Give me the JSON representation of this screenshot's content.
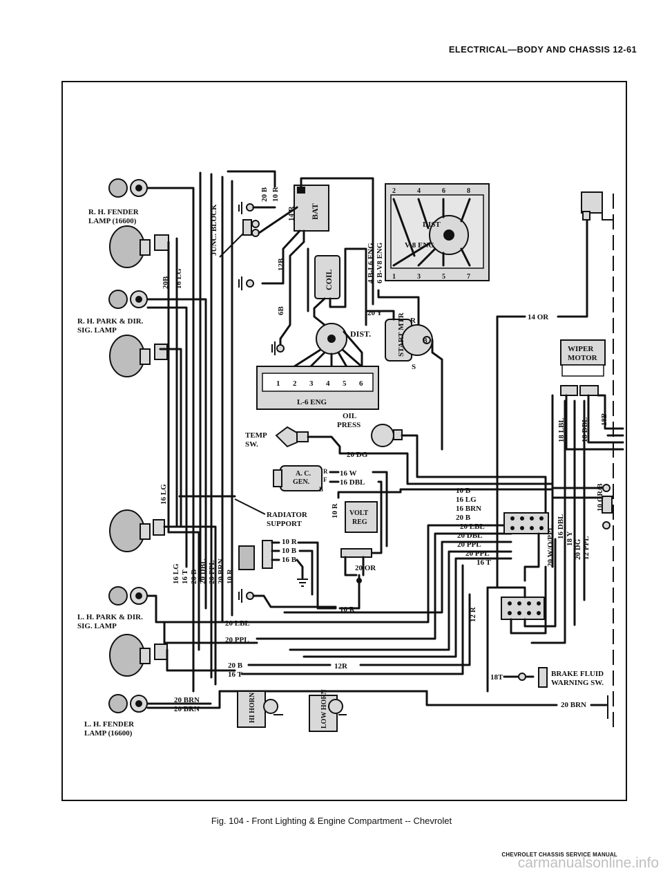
{
  "header": {
    "title": "ELECTRICAL—BODY AND CHASSIS 12-61"
  },
  "caption": "Fig. 104 - Front Lighting & Engine Compartment -- Chevrolet",
  "footer": "CHEVROLET CHASSIS SERVICE MANUAL",
  "watermark": "carmanualsonline.info",
  "components": {
    "rh_fender_lamp": "R. H. FENDER LAMP (16600)",
    "rh_fender_lamp_l1": "R. H. FENDER",
    "rh_fender_lamp_l2": "LAMP (16600)",
    "rh_park_l1": "R. H. PARK & DIR.",
    "rh_park_l2": "SIG. LAMP",
    "lh_park_l1": "L. H. PARK & DIR.",
    "lh_park_l2": "SIG. LAMP",
    "lh_fender_l1": "L. H. FENDER",
    "lh_fender_l2": "LAMP (16600)",
    "junc_block": "JUNC. BLOCK",
    "bat": "BAT",
    "coil": "COIL",
    "dist": "DIST.",
    "dist_v8": "DIST",
    "v8_eng": "V-8 ENG",
    "l6_eng": "L-6 ENG",
    "start_mtr": "START MTR",
    "temp_sw_l1": "TEMP",
    "temp_sw_l2": "SW.",
    "oil_press_l1": "OIL",
    "oil_press_l2": "PRESS",
    "ac_gen_l1": "A. C.",
    "ac_gen_l2": "GEN.",
    "radiator_support_l1": "RADIATOR",
    "radiator_support_l2": "SUPPORT",
    "volt_reg_l1": "VOLT",
    "volt_reg_l2": "REG",
    "wiper_motor_l1": "WIPER",
    "wiper_motor_l2": "MOTOR",
    "brake_fluid_l1": "BRAKE FLUID",
    "brake_fluid_l2": "WARNING SW.",
    "hi_horn": "HI HORN",
    "low_horn": "LOW HORN",
    "v8_top_pins": [
      "2",
      "4",
      "6",
      "8"
    ],
    "v8_bottom_pins": [
      "1",
      "3",
      "5",
      "7"
    ],
    "l6_pins": [
      "1",
      "2",
      "3",
      "4",
      "5",
      "6"
    ],
    "gen_terms": [
      "R",
      "F",
      "B"
    ],
    "start_terms": [
      "R",
      "B",
      "S"
    ]
  },
  "wires": {
    "w_20b_top": "20 B",
    "w_10r_top": "10 R",
    "w_14r": "14 R",
    "w_12b": "12B",
    "w_6b": "6B",
    "w_4b_l6": "4 B-L6 ENG",
    "w_6b_v8": "6 B-V8 ENG",
    "w_20y": "20 Y",
    "w_20b_rh": "20B",
    "w_16lg_rh": "16 LG",
    "w_14or": "14 OR",
    "w_20dg_oil": "20 DG",
    "w_16w": "16 W",
    "w_16dbl": "16 DBL",
    "w_16lg_lh": "16 LG",
    "w_10r_vr": "10 R",
    "vertical_bundle": [
      "16 LG",
      "16 T",
      "20 B",
      "20 DBL",
      "20 PPL",
      "20 BRN",
      "10 R"
    ],
    "mid_bundle": [
      "10 B",
      "16 LG",
      "16 BRN",
      "20 B",
      "20 LBL",
      "20 DBL",
      "20 PPL",
      "20 PPL",
      "16 T"
    ],
    "hr_10r": "10 R",
    "hr_10b": "10 B",
    "hr_16b": "16 B",
    "w_20or": "20 OR",
    "w_10r_low": "10 R",
    "w_12r_vert": "12 R",
    "w_20lbl": "20 LBL",
    "w_20ppl": "20 PPL",
    "w_20b_low": "20 B",
    "w_16t_low": "16 T",
    "w_12r_low": "12R",
    "w_20brn_1": "20 BRN",
    "w_20brn_2": "20 BRN",
    "w_18t": "18T",
    "w_20brn_right": "20 BRN",
    "wiper_wires": [
      "18 LBL",
      "18 DBL",
      "18B"
    ],
    "right_vertical": [
      "20 W/O/PPL",
      "16 DBL",
      "18 Y",
      "20 DG",
      "12 PPL"
    ],
    "w_10orb": "10 OR/B"
  }
}
